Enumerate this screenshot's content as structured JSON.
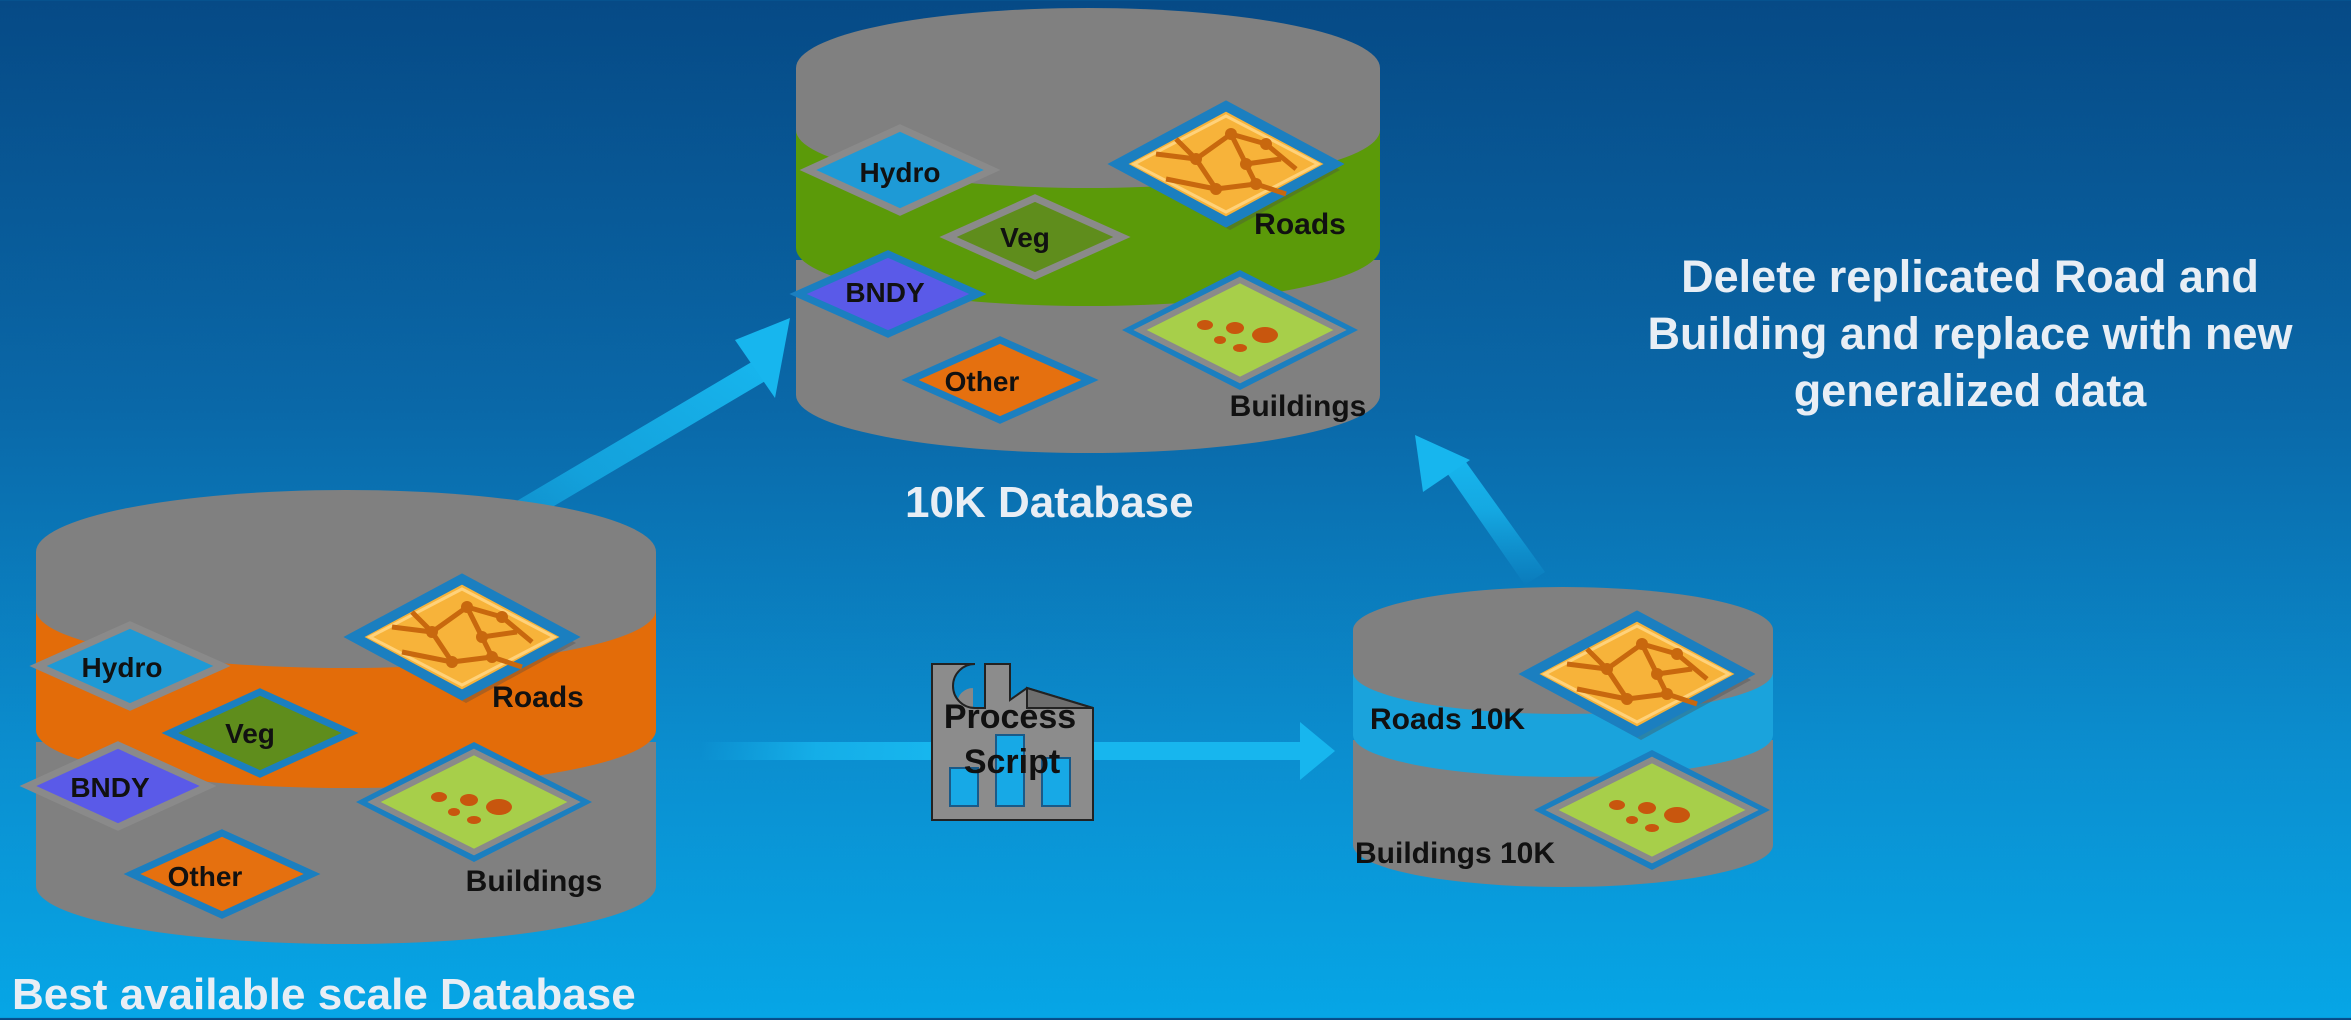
{
  "best_db": {
    "caption": "Best available scale Database",
    "layers": {
      "hydro": "Hydro",
      "veg": "Veg",
      "bndy": "BNDY",
      "other": "Other",
      "roads": "Roads",
      "buildings": "Buildings"
    }
  },
  "tenk_db": {
    "caption": "10K Database",
    "layers": {
      "hydro": "Hydro",
      "veg": "Veg",
      "bndy": "BNDY",
      "other": "Other",
      "roads": "Roads",
      "buildings": "Buildings"
    }
  },
  "gen_db": {
    "layers": {
      "roads": "Roads 10K",
      "buildings": "Buildings 10K"
    }
  },
  "process": {
    "line1": "Process",
    "line2": "Script"
  },
  "note": "Delete replicated Road and Building and replace with new generalized data",
  "colors": {
    "background_top": "#064a86",
    "background_bottom": "#06a6e6",
    "cylinder_gray": "#808080",
    "band_orange": "#e36c09",
    "band_green": "#5b9a09",
    "band_cyan": "#1aa3dc",
    "arrow_cyan": "#17b6ee",
    "hydro": "#1e9ad6",
    "veg": "#5f8d1c",
    "bndy": "#5a5ae8",
    "other": "#e5700f",
    "roads_tile": "#f7b33a",
    "buildings_tile": "#a7cf4a"
  }
}
